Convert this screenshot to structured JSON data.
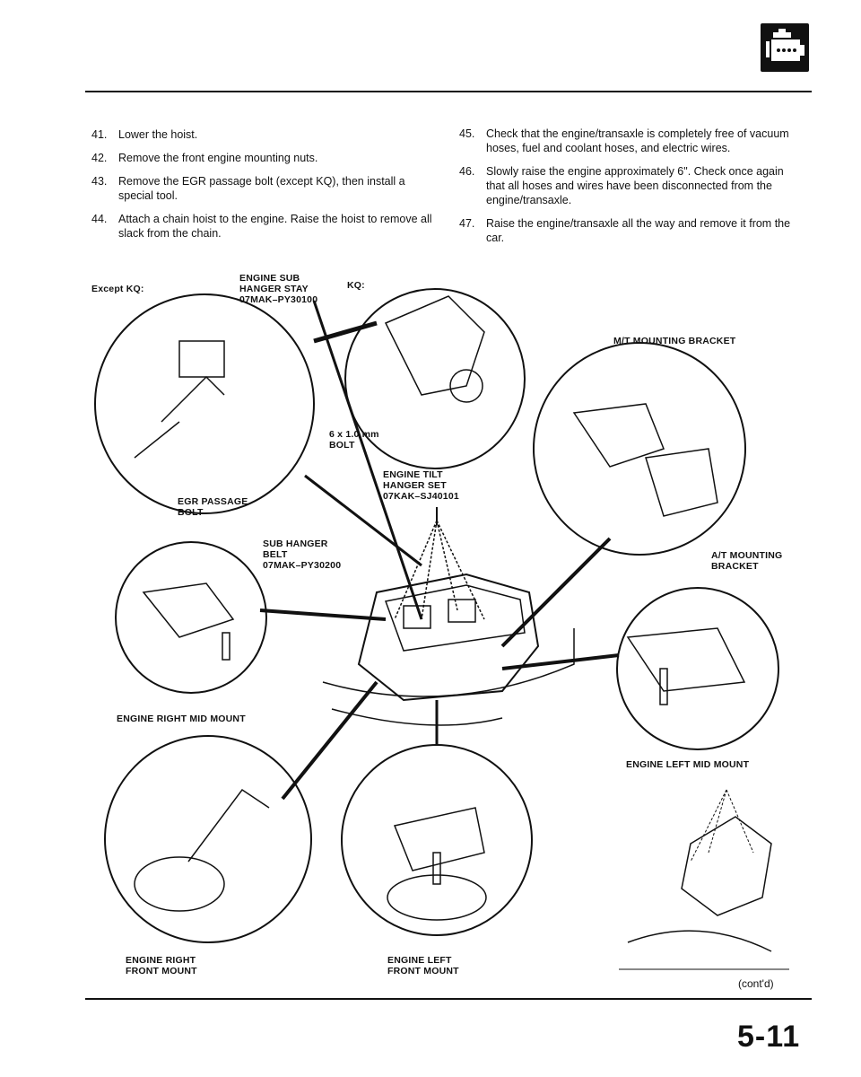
{
  "steps_left": [
    {
      "num": "41.",
      "text": "Lower the hoist."
    },
    {
      "num": "42.",
      "text": "Remove the front engine mounting nuts."
    },
    {
      "num": "43.",
      "text": "Remove the EGR passage bolt (except KQ), then install a special tool."
    },
    {
      "num": "44.",
      "text": "Attach a chain hoist to the engine. Raise the hoist to remove all slack from the chain."
    }
  ],
  "steps_right": [
    {
      "num": "45.",
      "text": "Check that the engine/transaxle is completely free of vacuum hoses, fuel and coolant hoses, and electric wires."
    },
    {
      "num": "46.",
      "text": "Slowly raise the engine approximately 6\". Check once again that all hoses and wires have been disconnected from the engine/transaxle."
    },
    {
      "num": "47.",
      "text": "Raise the engine/transaxle all the way and remove it from the car."
    }
  ],
  "labels": {
    "except_kq": "Except KQ:",
    "kq": "KQ:",
    "sub_hanger_stay": "ENGINE SUB\nHANGER STAY\n07MAK–PY30100",
    "bolt_6x1": "6 x 1.0 mm\nBOLT",
    "egr_bolt": "EGR PASSAGE\nBOLT",
    "tilt_hanger": "ENGINE TILT\nHANGER SET\n07KAK–SJ40101",
    "sub_hanger_belt": "SUB HANGER\nBELT\n07MAK–PY30200",
    "mt_bracket": "M/T MOUNTING BRACKET",
    "at_bracket": "A/T MOUNTING\nBRACKET",
    "right_mid_mount": "ENGINE RIGHT MID MOUNT",
    "left_mid_mount": "ENGINE LEFT MID MOUNT",
    "right_front_mount": "ENGINE RIGHT\nFRONT MOUNT",
    "left_front_mount": "ENGINE LEFT\nFRONT MOUNT"
  },
  "footer": {
    "contd": "(cont'd)",
    "page": "5-11"
  }
}
